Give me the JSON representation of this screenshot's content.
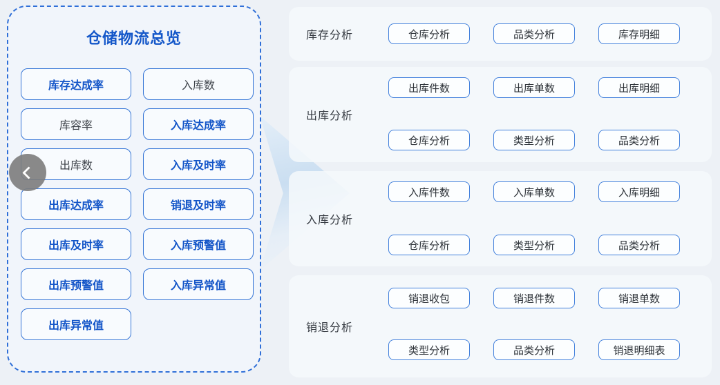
{
  "panel": {
    "title": "仓储物流总览",
    "columns": {
      "col1": [
        {
          "label": "库存达成率",
          "accent": true
        },
        {
          "label": "库容率",
          "accent": false
        },
        {
          "label": "出库数",
          "accent": false
        },
        {
          "label": "出库达成率",
          "accent": true
        },
        {
          "label": "出库及时率",
          "accent": true
        },
        {
          "label": "出库预警值",
          "accent": true
        },
        {
          "label": "出库异常值",
          "accent": true
        }
      ],
      "col2": [
        {
          "label": "入库数",
          "accent": false
        },
        {
          "label": "入库达成率",
          "accent": true
        },
        {
          "label": "入库及时率",
          "accent": true
        },
        {
          "label": "销退及时率",
          "accent": true
        },
        {
          "label": "入库预警值",
          "accent": true
        },
        {
          "label": "入库异常值",
          "accent": true
        }
      ]
    }
  },
  "back_button": {
    "icon": "chevron-left"
  },
  "sections": [
    {
      "label": "库存分析",
      "rows": [
        [
          "仓库分析",
          "品类分析",
          "库存明细"
        ]
      ]
    },
    {
      "label": "出库分析",
      "rows": [
        [
          "出库件数",
          "出库单数",
          "出库明细"
        ],
        [
          "仓库分析",
          "类型分析",
          "品类分析"
        ]
      ]
    },
    {
      "label": "入库分析",
      "rows": [
        [
          "入库件数",
          "入库单数",
          "入库明细"
        ],
        [
          "仓库分析",
          "类型分析",
          "品类分析"
        ]
      ]
    },
    {
      "label": "销退分析",
      "rows": [
        [
          "销退收包",
          "销退件数",
          "销退单数"
        ],
        [
          "类型分析",
          "品类分析",
          "销退明细表"
        ]
      ]
    }
  ],
  "colors": {
    "page_bg": "#edf1f6",
    "accent_text": "#1355c8",
    "dark_text": "#3c4148",
    "panel_border": "#2f6fd8",
    "metric_border": "#3575d6",
    "chip_border": "#3f7edb",
    "card_bg": "#f6f9fc",
    "back_circle": "#7c7c7c"
  }
}
